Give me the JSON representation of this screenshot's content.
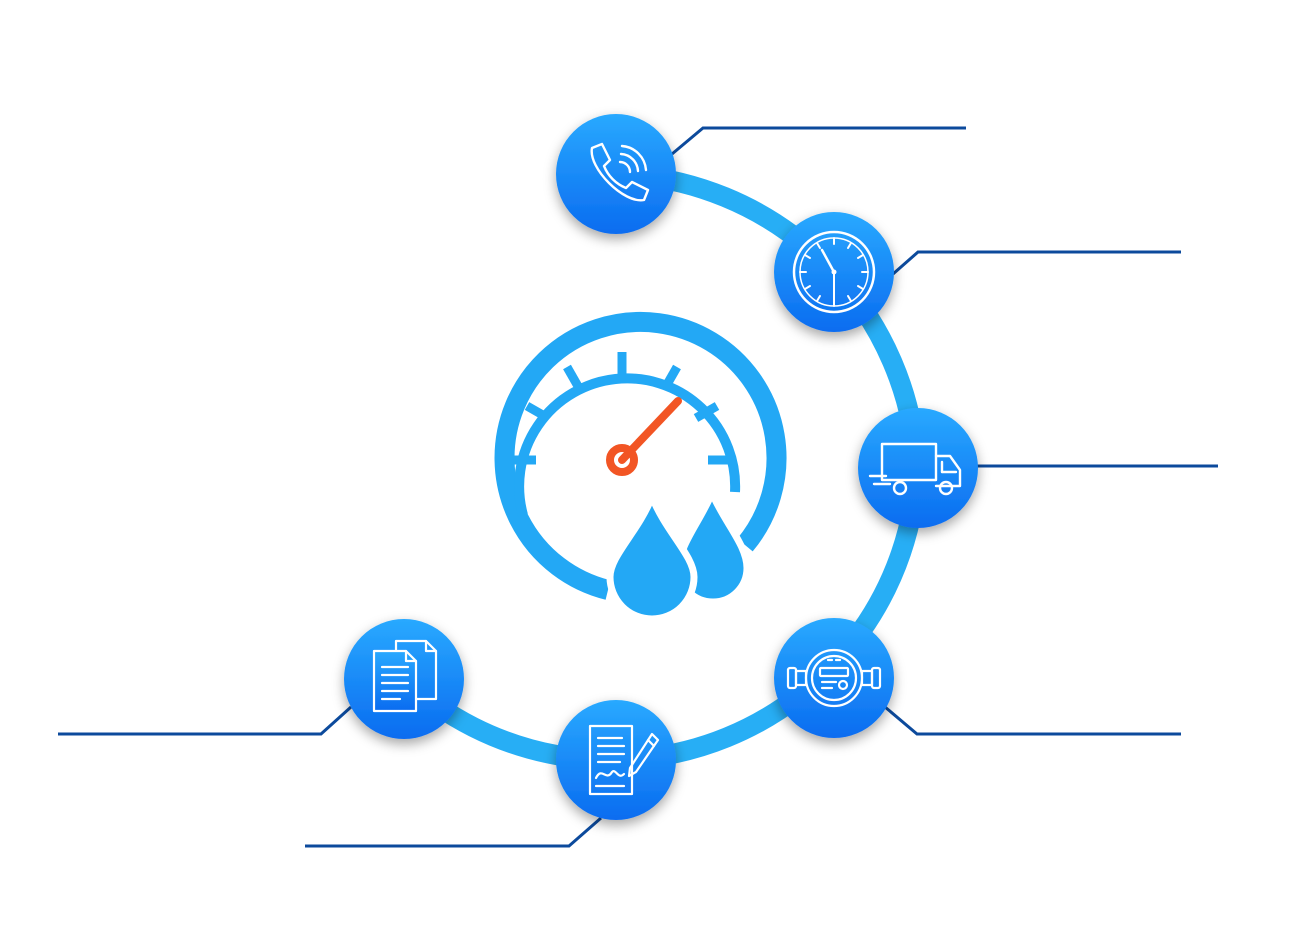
{
  "diagram": {
    "central_icon": "water-pressure-gauge-icon",
    "steps": [
      {
        "id": "call",
        "icon": "phone-call-icon"
      },
      {
        "id": "schedule",
        "icon": "clock-icon"
      },
      {
        "id": "delivery",
        "icon": "delivery-truck-icon"
      },
      {
        "id": "meter",
        "icon": "water-meter-icon"
      },
      {
        "id": "contract",
        "icon": "signed-document-icon"
      },
      {
        "id": "documents",
        "icon": "documents-icon"
      }
    ]
  },
  "colors": {
    "ring": "#27aef5",
    "node_top": "#29a9ff",
    "node_bottom": "#0a6cf0",
    "gauge": "#23a8f5",
    "needle": "#f25524",
    "leader": "#0c4a9c",
    "icon_stroke": "#ffffff"
  }
}
